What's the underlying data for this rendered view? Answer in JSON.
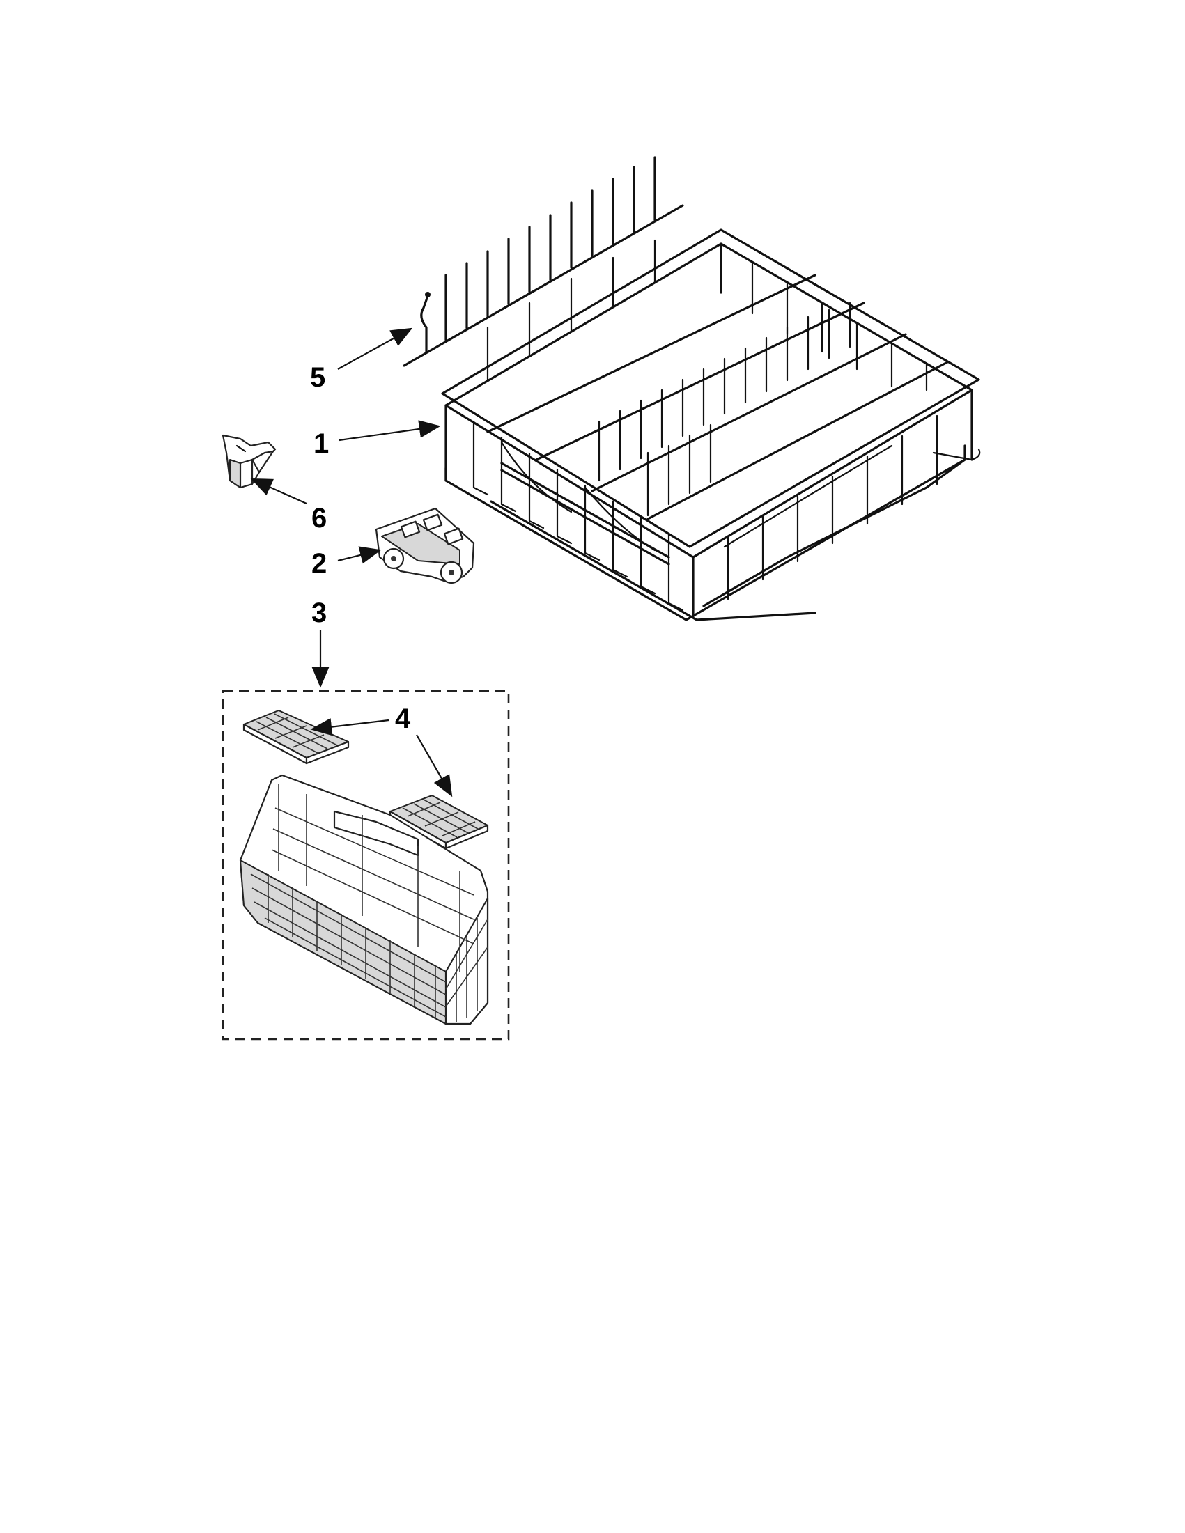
{
  "diagram": {
    "callouts": [
      {
        "id": "1",
        "label": "1"
      },
      {
        "id": "2",
        "label": "2"
      },
      {
        "id": "3",
        "label": "3"
      },
      {
        "id": "4",
        "label": "4"
      },
      {
        "id": "5",
        "label": "5"
      },
      {
        "id": "6",
        "label": "6"
      }
    ],
    "parts": [
      {
        "callout": "1",
        "icon": "dishrack-icon"
      },
      {
        "callout": "2",
        "icon": "rack-roller-icon"
      },
      {
        "callout": "3",
        "icon": "silverware-basket-icon"
      },
      {
        "callout": "4",
        "icon": "basket-lid-icon"
      },
      {
        "callout": "5",
        "icon": "tine-row-icon"
      },
      {
        "callout": "6",
        "icon": "stop-clip-icon"
      }
    ],
    "colors": {
      "line": "#111111",
      "background": "#ffffff"
    }
  }
}
